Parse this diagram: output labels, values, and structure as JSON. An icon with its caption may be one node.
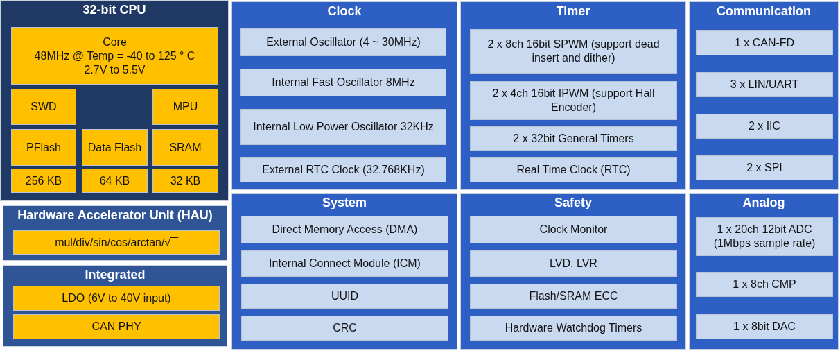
{
  "diagram": {
    "nodes": [
      {
        "text": [
          "32-bit CPU"
        ]
      },
      {
        "text": [
          "Core",
          "48MHz @ Temp = -40 to 125 ° C",
          "2.7V to 5.5V"
        ],
        "in": 0
      },
      {
        "text": [
          "SWD"
        ],
        "in": 0
      },
      {
        "text": [
          "MPU"
        ],
        "in": 0
      },
      {
        "text": [
          "PFlash"
        ],
        "in": 0
      },
      {
        "text": [
          "Data Flash"
        ],
        "in": 0
      },
      {
        "text": [
          "SRAM"
        ],
        "in": 0
      },
      {
        "text": [
          "256 KB"
        ],
        "in": 0
      },
      {
        "text": [
          "64 KB"
        ],
        "in": 0
      },
      {
        "text": [
          "32 KB"
        ],
        "in": 0
      },
      {
        "text": [
          "Hardware Accelerator Unit (HAU)"
        ]
      },
      {
        "text": [
          "mul/div/sin/cos/arctan/√‾‾"
        ],
        "in": 10
      },
      {
        "text": [
          "Integrated"
        ]
      },
      {
        "text": [
          "LDO (6V to 40V input)"
        ],
        "in": 12
      },
      {
        "text": [
          "CAN PHY"
        ],
        "in": 12
      },
      {
        "text": [
          "Clock"
        ]
      },
      {
        "text": [
          "External Oscillator (4 ~ 30MHz)"
        ],
        "in": 15
      },
      {
        "text": [
          "Internal Fast Oscillator 8MHz"
        ],
        "in": 15
      },
      {
        "text": [
          "Internal Low Power Oscillator 32KHz"
        ],
        "in": 15
      },
      {
        "text": [
          "External RTC Clock (32.768KHz)"
        ],
        "in": 15
      },
      {
        "text": [
          "Timer"
        ]
      },
      {
        "text": [
          "2 x 8ch 16bit SPWM (support dead insert and dither)"
        ],
        "in": 20
      },
      {
        "text": [
          "2 x 4ch 16bit IPWM (support Hall Encoder)"
        ],
        "in": 20
      },
      {
        "text": [
          "2 x 32bit General Timers"
        ],
        "in": 20
      },
      {
        "text": [
          "Real Time Clock (RTC)"
        ],
        "in": 20
      },
      {
        "text": [
          "Communication"
        ]
      },
      {
        "text": [
          "1 x CAN-FD"
        ],
        "in": 25
      },
      {
        "text": [
          "3 x LIN/UART"
        ],
        "in": 25
      },
      {
        "text": [
          "2 x IIC"
        ],
        "in": 25
      },
      {
        "text": [
          "2 x SPI"
        ],
        "in": 25
      },
      {
        "text": [
          "System"
        ]
      },
      {
        "text": [
          "Direct Memory Access (DMA)"
        ],
        "in": 30
      },
      {
        "text": [
          "Internal Connect Module (ICM)"
        ],
        "in": 30
      },
      {
        "text": [
          "UUID"
        ],
        "in": 30
      },
      {
        "text": [
          "CRC"
        ],
        "in": 30
      },
      {
        "text": [
          "Safety"
        ]
      },
      {
        "text": [
          "Clock Monitor"
        ],
        "in": 35
      },
      {
        "text": [
          "LVD, LVR"
        ],
        "in": 35
      },
      {
        "text": [
          "Flash/SRAM ECC"
        ],
        "in": 35
      },
      {
        "text": [
          "Hardware Watchdog Timers"
        ],
        "in": 35
      },
      {
        "text": [
          "Analog"
        ]
      },
      {
        "text": [
          "1 x 20ch 12bit ADC (1Mbps sample rate)"
        ],
        "in": 40
      },
      {
        "text": [
          "1 x 8ch CMP"
        ],
        "in": 40
      },
      {
        "text": [
          "1 x 8bit DAC"
        ],
        "in": 40
      }
    ]
  }
}
